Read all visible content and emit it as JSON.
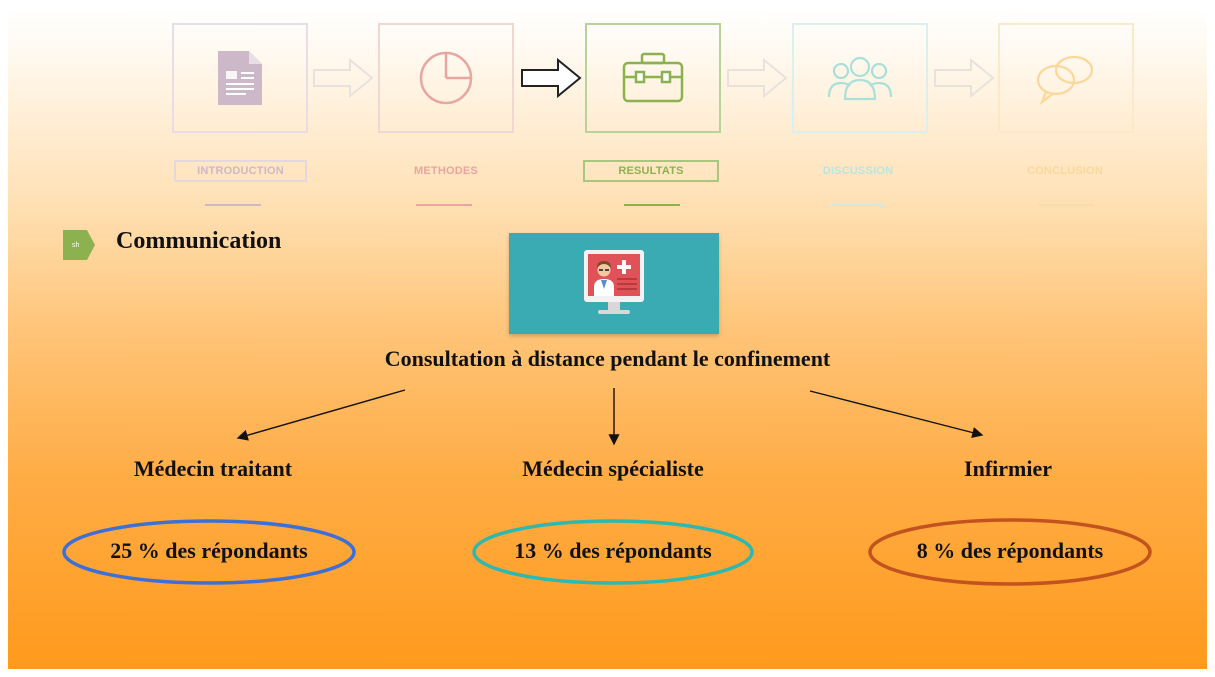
{
  "nav": {
    "steps": [
      {
        "label": "INTRODUCTION",
        "icon": "document-icon",
        "color": "#cdb8c9"
      },
      {
        "label": "METHODES",
        "icon": "pie-chart-icon",
        "color": "#e9a59f"
      },
      {
        "label": "RESULTATS",
        "icon": "briefcase-icon",
        "color": "#8cb250"
      },
      {
        "label": "DISCUSSION",
        "icon": "people-icon",
        "color": "#a8e0da"
      },
      {
        "label": "CONCLUSION",
        "icon": "speech-bubbles-icon",
        "color": "#fbd79a"
      }
    ],
    "active_index": 2
  },
  "section": {
    "bullet_text": "sh",
    "title": "Communication"
  },
  "hub": {
    "icon": "doctor-monitor-icon",
    "title": "Consultation à distance pendant le confinement"
  },
  "branches": [
    {
      "label": "Médecin traitant",
      "value": "25 % des répondants",
      "ring_color": "#3e6fd6"
    },
    {
      "label": "Médecin spécialiste",
      "value": "13 % des répondants",
      "ring_color": "#2db8b0"
    },
    {
      "label": "Infirmier",
      "value": "8 % des répondants",
      "ring_color": "#c2531e"
    }
  ]
}
